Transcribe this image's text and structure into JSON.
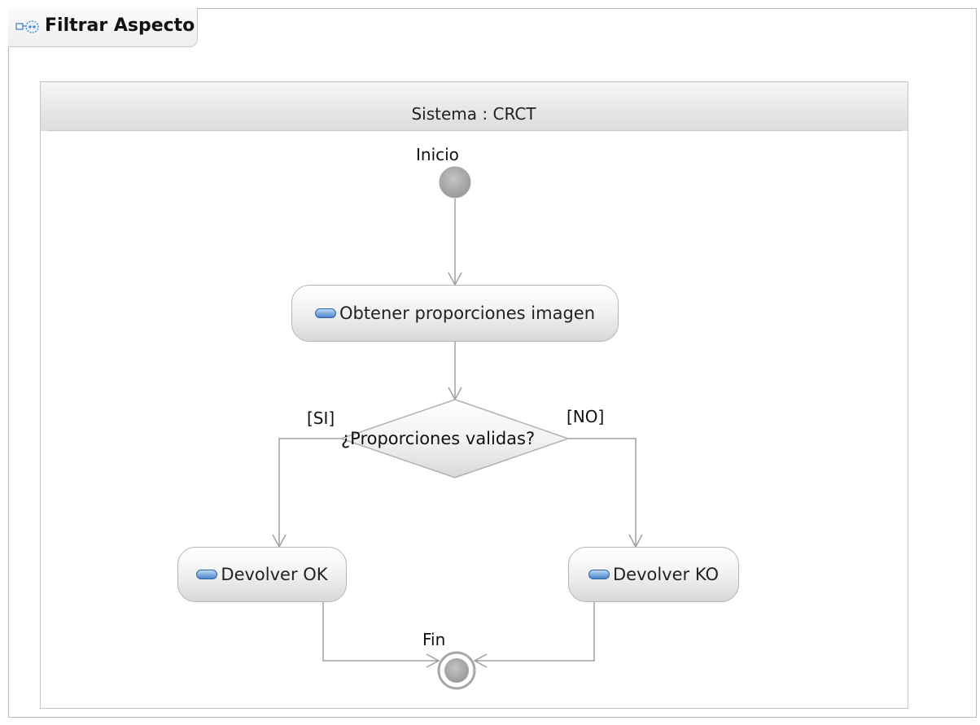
{
  "diagram": {
    "title": "Filtrar Aspecto",
    "partition": "Sistema : CRCT",
    "start_label": "Inicio",
    "end_label": "Fin",
    "actions": {
      "obtener": "Obtener proporciones imagen",
      "ok": "Devolver OK",
      "ko": "Devolver KO"
    },
    "decision": {
      "label": "¿Proporciones validas?",
      "guard_yes": "[SI]",
      "guard_no": "[NO]"
    }
  },
  "colors": {
    "node_fill": "#a9a9a9",
    "edge": "#a0a0a0",
    "action_icon": "#4a86c8"
  },
  "icons": {
    "title": "activity-diagram-icon",
    "action": "action-icon"
  }
}
